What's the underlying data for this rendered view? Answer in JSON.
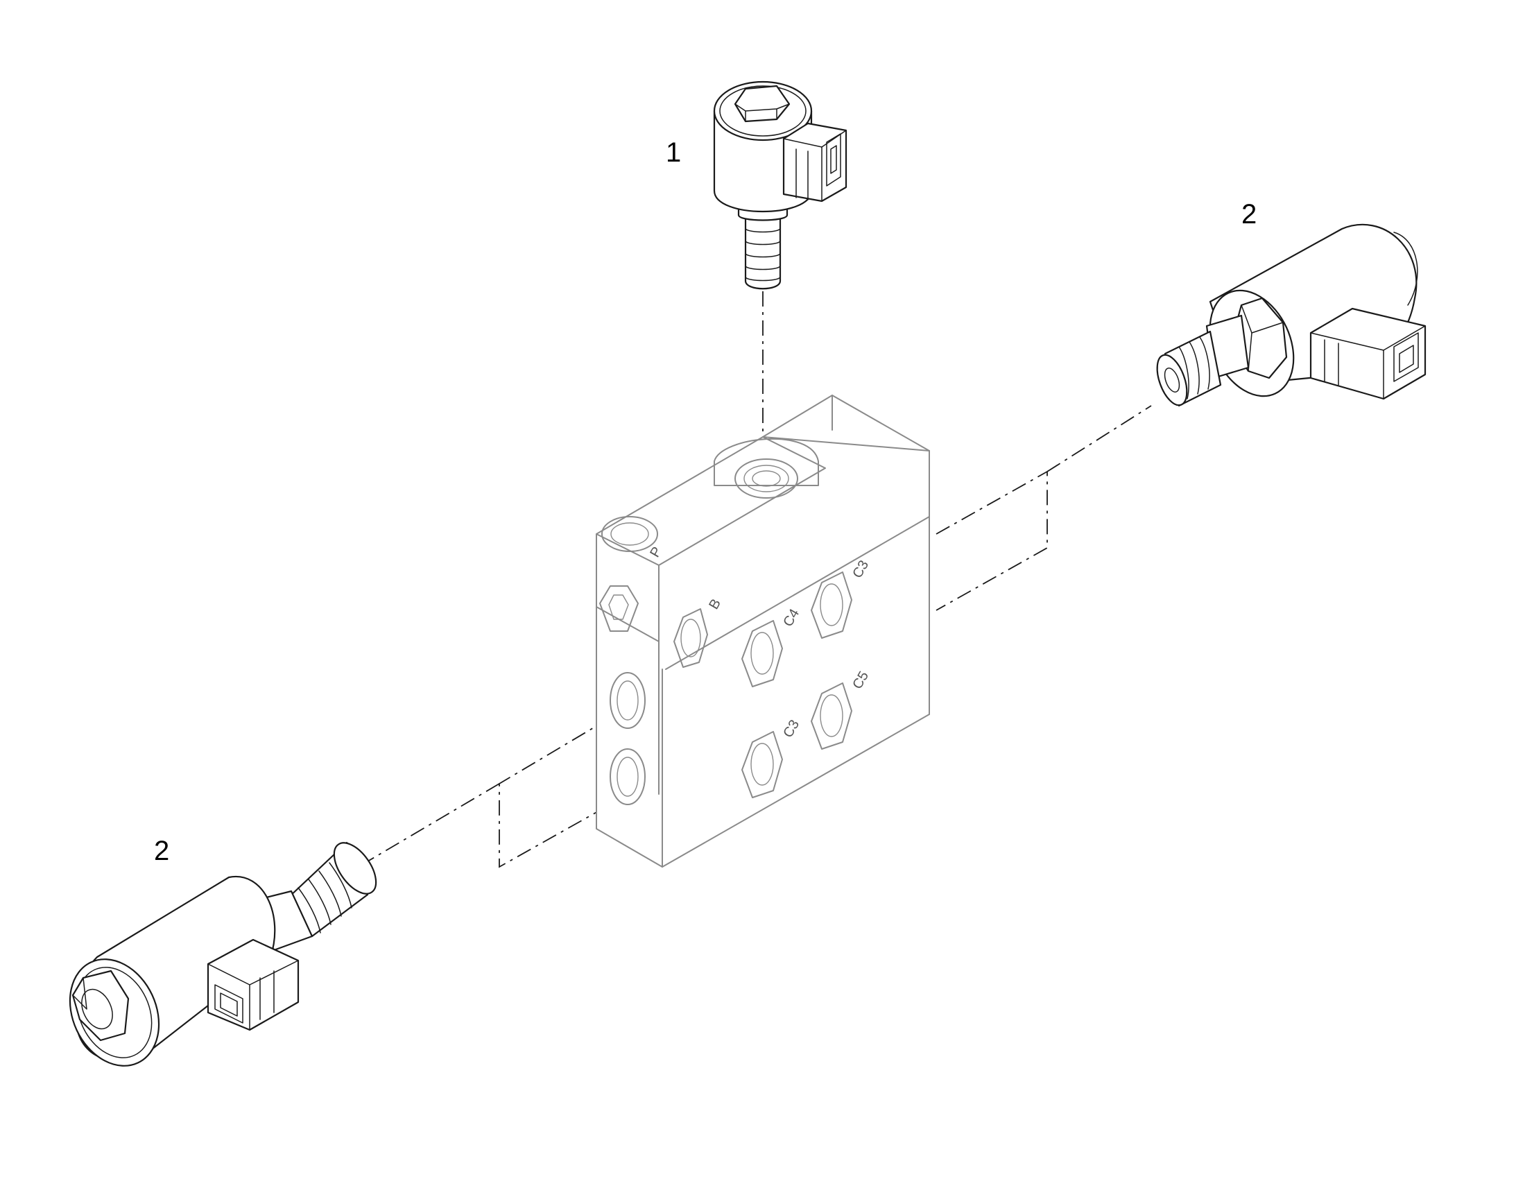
{
  "callouts": [
    {
      "id": "callout-1",
      "label": "1"
    },
    {
      "id": "callout-2-right",
      "label": "2"
    },
    {
      "id": "callout-2-left",
      "label": "2"
    }
  ],
  "port_labels": {
    "p": "P",
    "b": "B",
    "c4": "C4",
    "c3_top": "C3",
    "c5": "C5",
    "c3_bottom": "C3"
  },
  "colors": {
    "line": "#1a1a1a",
    "block_line": "#8a8a8a",
    "background": "#ffffff"
  }
}
